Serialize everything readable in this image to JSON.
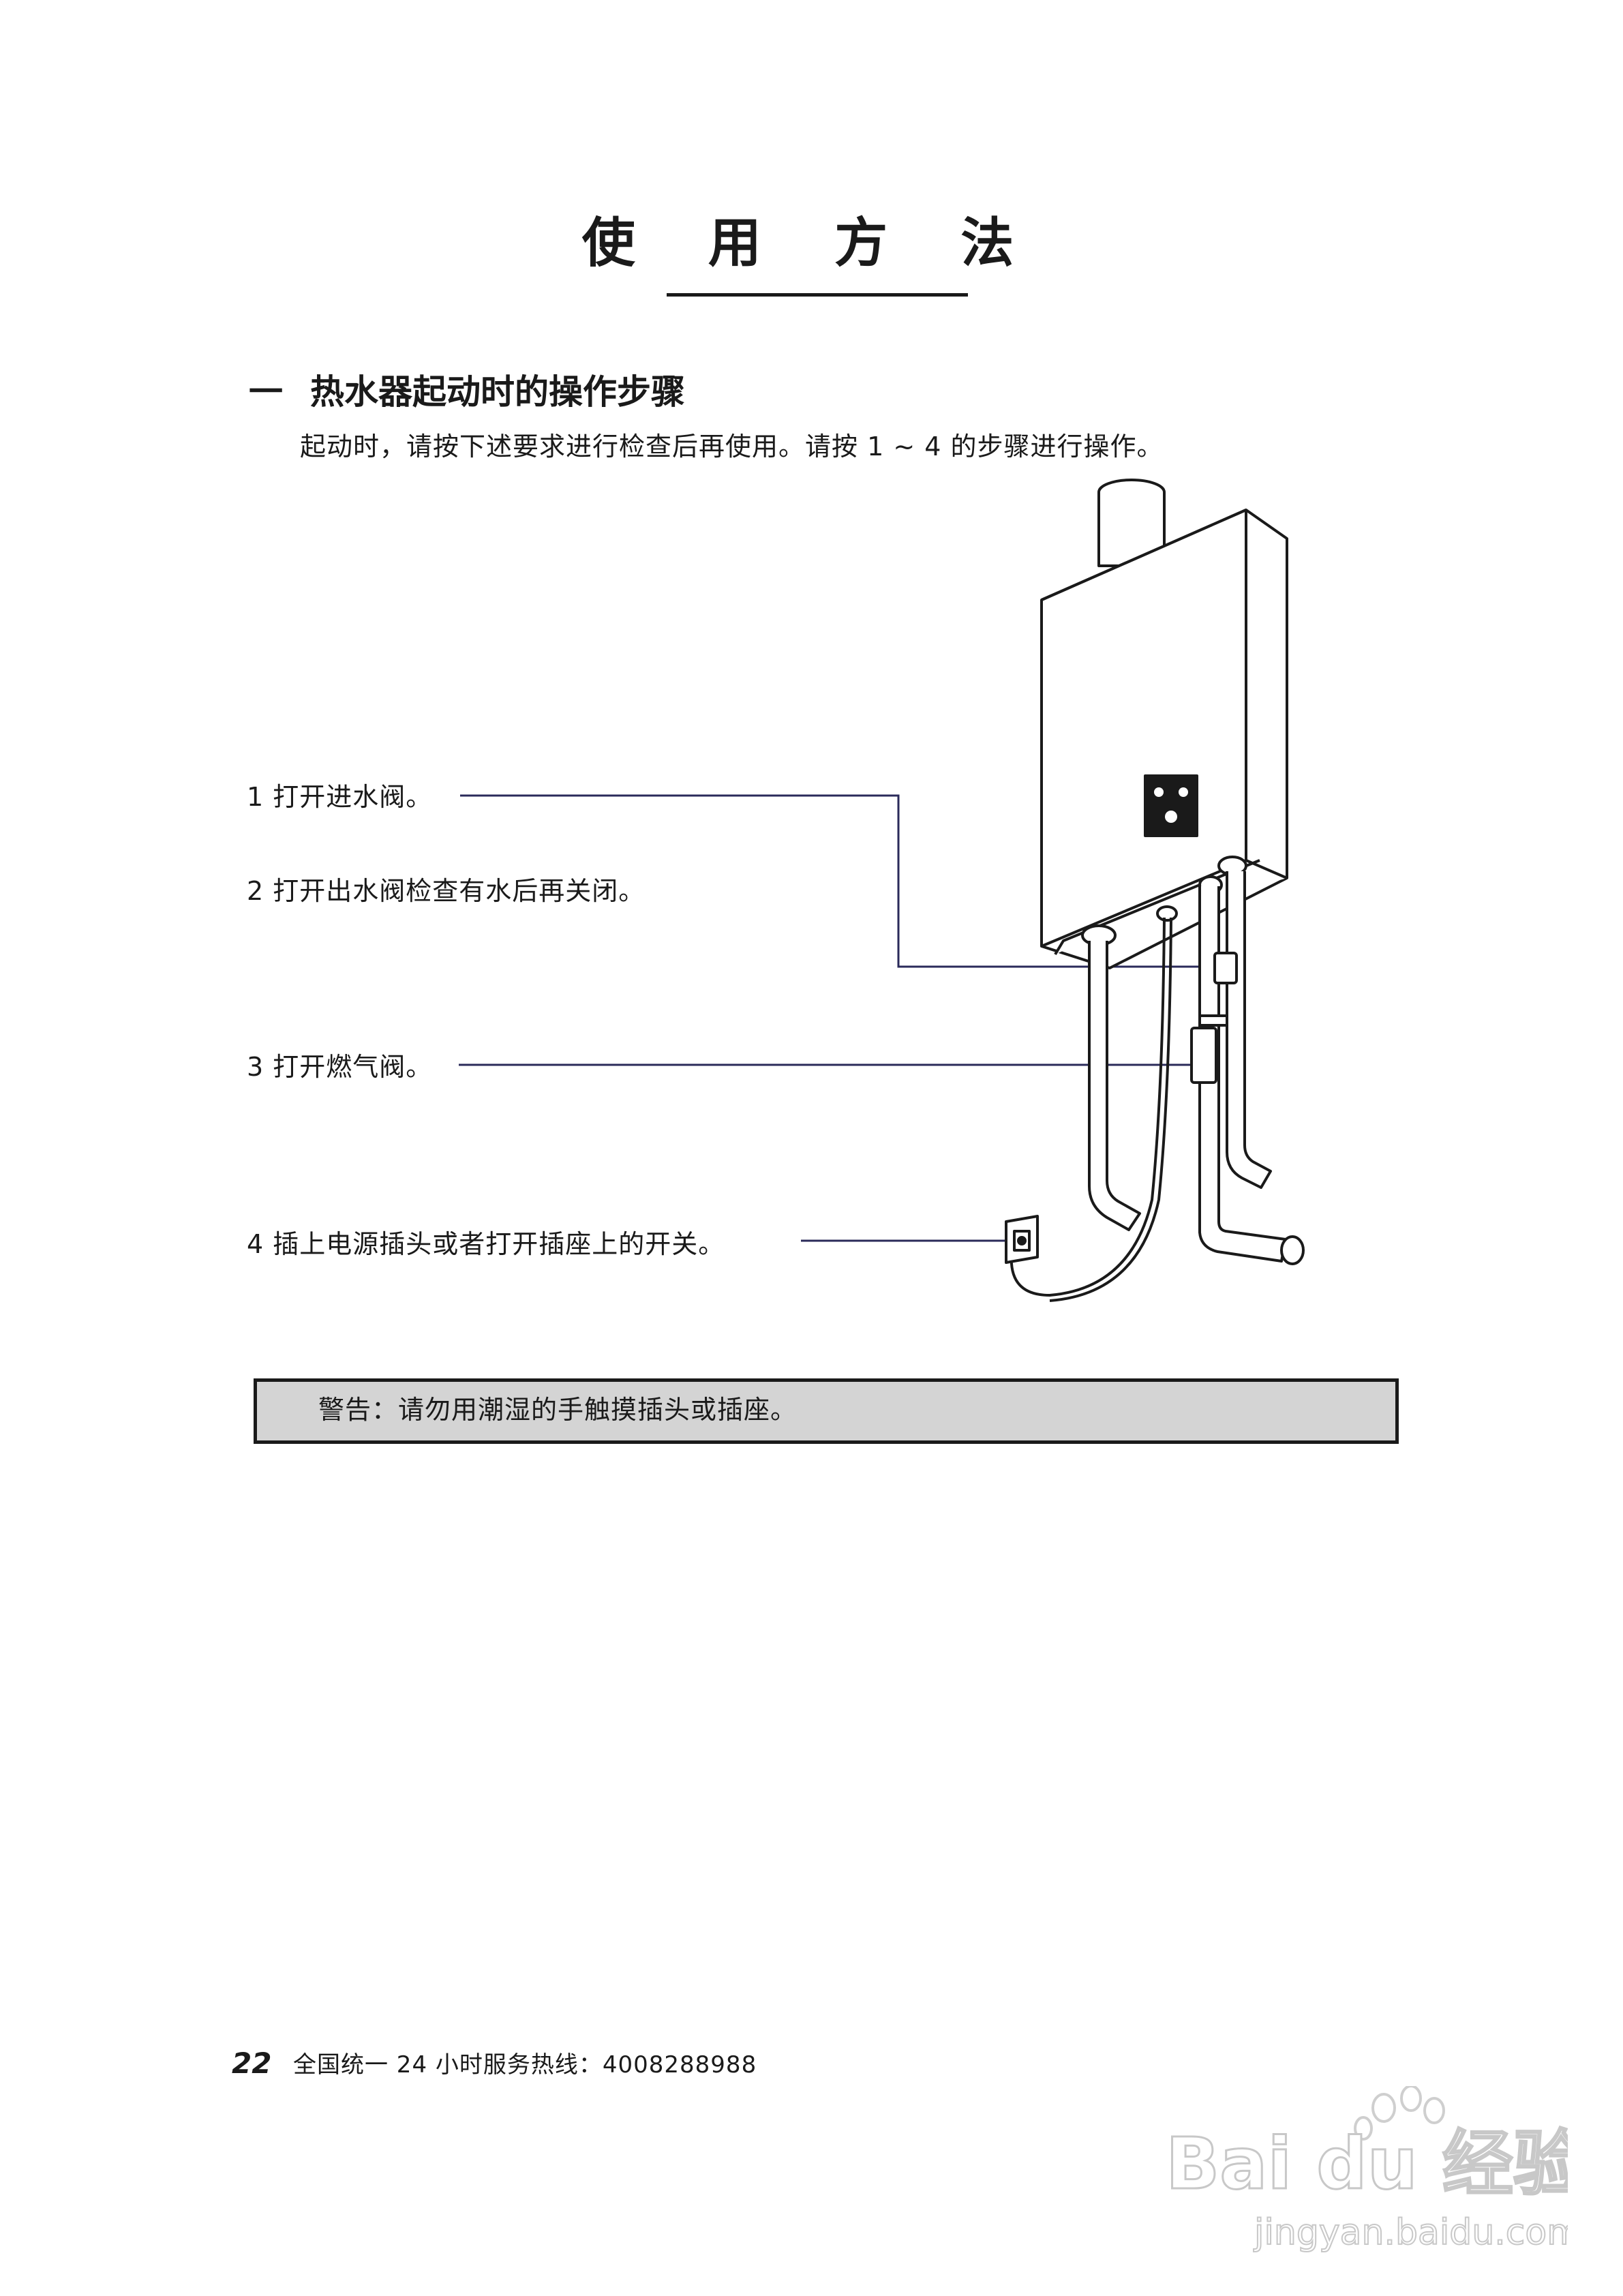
{
  "page_title": "使 用 方 法",
  "section": {
    "number": "一",
    "heading": "热水器起动时的操作步骤",
    "intro": "起动时，请按下述要求进行检查后再使用。请按 1 ~ 4 的步骤进行操作。"
  },
  "steps": [
    {
      "label": "1 打开进水阀。"
    },
    {
      "label": "2 打开出水阀检查有水后再关闭。"
    },
    {
      "label": "3 打开燃气阀。"
    },
    {
      "label": "4 插上电源插头或者打开插座上的开关。"
    }
  ],
  "warning": {
    "text": "警告：请勿用潮湿的手触摸插头或插座。"
  },
  "footer": {
    "page_number": "22",
    "hotline": "全国统一 24 小时服务热线：4008288988"
  },
  "watermark": {
    "logo": "Bai du 经验",
    "url": "jingyan.baidu.com"
  },
  "colors": {
    "text": "#1a1a1a",
    "warning_bg": "#d4d4d4",
    "leader_line": "#2a2a5a"
  }
}
